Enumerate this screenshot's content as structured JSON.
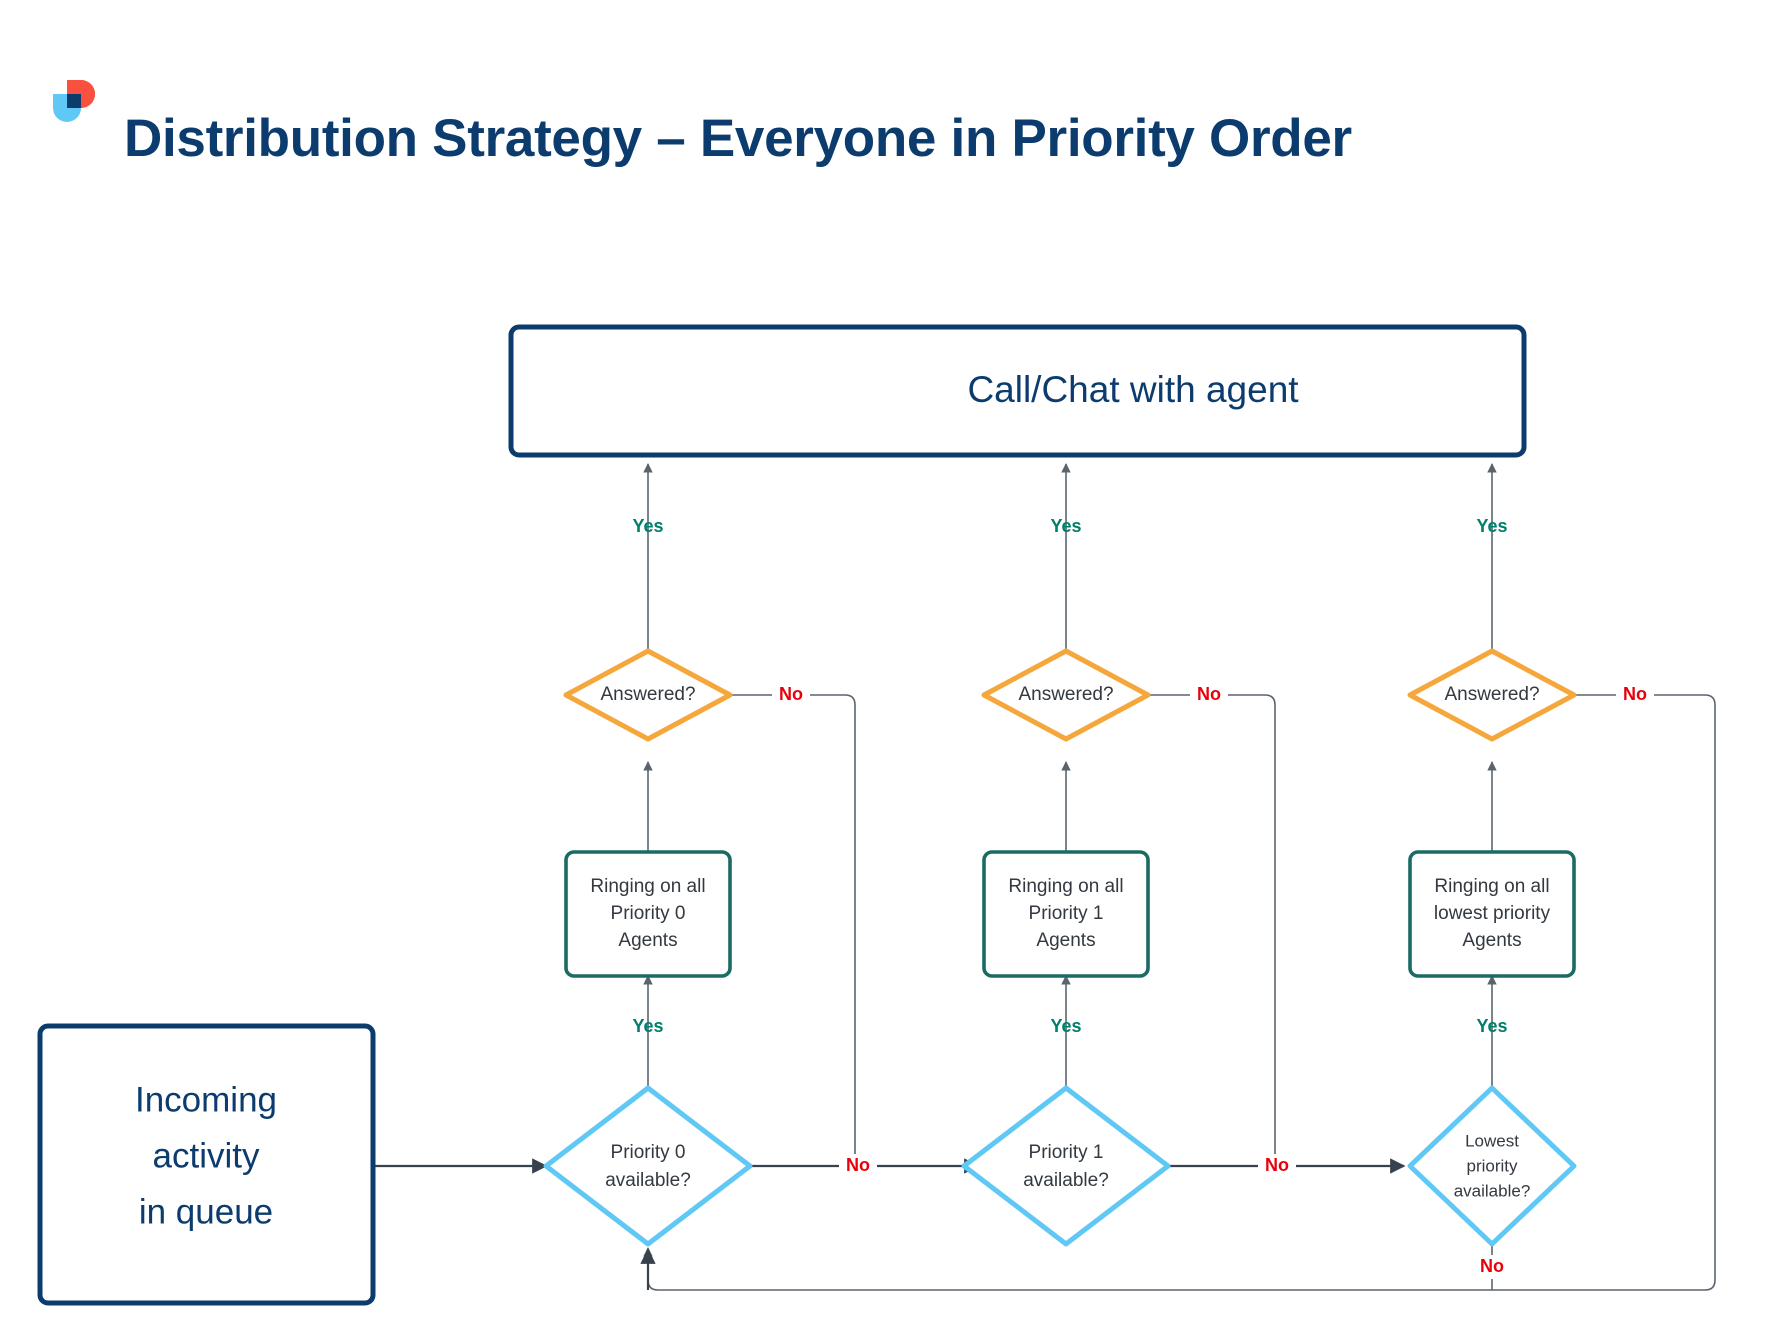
{
  "header": {
    "title": "Distribution Strategy – Everyone in Priority Order",
    "logo_name": "company-logo",
    "logo_colors": {
      "red": "#f9503f",
      "light_blue": "#5fc8f5",
      "navy": "#0c3c6e"
    }
  },
  "theme": {
    "navy": "#0c3c6e",
    "orange": "#f5a73c",
    "teal": "#1a6b63",
    "light_blue": "#5fc8f5",
    "yes_green": "#00806c",
    "no_red": "#e8000b",
    "line_gray": "#38424d",
    "node_text": "#333940"
  },
  "nodes": {
    "start": {
      "id": "incoming-activity",
      "label": "Incoming\nactivity\nin queue",
      "lines": [
        "Incoming",
        "activity",
        "in queue"
      ],
      "shape": "rectangle",
      "border": "#0c3c6e",
      "text_color": "#0c3c6e"
    },
    "terminal": {
      "id": "call-chat-with-agent",
      "label": "Call/Chat with agent",
      "shape": "rectangle",
      "border": "#0c3c6e",
      "text_color": "#0c3c6e"
    },
    "columns": [
      {
        "index": 0,
        "available_decision": {
          "id": "priority-0-available",
          "lines": [
            "Priority 0",
            "available?"
          ],
          "shape": "diamond",
          "border": "#5fc8f5"
        },
        "ringing": {
          "id": "ringing-priority-0-agents",
          "lines": [
            "Ringing on all",
            "Priority 0",
            "Agents"
          ],
          "shape": "rectangle",
          "border": "#1a6b63"
        },
        "answered_decision": {
          "id": "answered-priority-0",
          "label": "Answered?",
          "shape": "diamond",
          "border": "#f5a73c"
        }
      },
      {
        "index": 1,
        "available_decision": {
          "id": "priority-1-available",
          "lines": [
            "Priority 1",
            "available?"
          ],
          "shape": "diamond",
          "border": "#5fc8f5"
        },
        "ringing": {
          "id": "ringing-priority-1-agents",
          "lines": [
            "Ringing on all",
            "Priority 1",
            "Agents"
          ],
          "shape": "rectangle",
          "border": "#1a6b63"
        },
        "answered_decision": {
          "id": "answered-priority-1",
          "label": "Answered?",
          "shape": "diamond",
          "border": "#f5a73c"
        }
      },
      {
        "index": 2,
        "available_decision": {
          "id": "lowest-priority-available",
          "lines": [
            "Lowest",
            "priority",
            "available?"
          ],
          "shape": "diamond",
          "border": "#5fc8f5"
        },
        "ringing": {
          "id": "ringing-lowest-priority-agents",
          "lines": [
            "Ringing on all",
            "lowest priority",
            "Agents"
          ],
          "shape": "rectangle",
          "border": "#1a6b63"
        },
        "answered_decision": {
          "id": "answered-lowest-priority",
          "label": "Answered?",
          "shape": "diamond",
          "border": "#f5a73c"
        }
      }
    ]
  },
  "edge_labels": {
    "yes": "Yes",
    "no": "No"
  },
  "edges": [
    {
      "from": "incoming-activity",
      "to": "priority-0-available",
      "label": ""
    },
    {
      "from": "priority-0-available",
      "to": "ringing-priority-0-agents",
      "label": "Yes"
    },
    {
      "from": "ringing-priority-0-agents",
      "to": "answered-priority-0",
      "label": ""
    },
    {
      "from": "answered-priority-0",
      "to": "call-chat-with-agent",
      "label": "Yes"
    },
    {
      "from": "answered-priority-0",
      "to": "priority-1-available",
      "label": "No"
    },
    {
      "from": "priority-0-available",
      "to": "priority-1-available",
      "label": "No"
    },
    {
      "from": "priority-1-available",
      "to": "ringing-priority-1-agents",
      "label": "Yes"
    },
    {
      "from": "ringing-priority-1-agents",
      "to": "answered-priority-1",
      "label": ""
    },
    {
      "from": "answered-priority-1",
      "to": "call-chat-with-agent",
      "label": "Yes"
    },
    {
      "from": "answered-priority-1",
      "to": "lowest-priority-available",
      "label": "No"
    },
    {
      "from": "priority-1-available",
      "to": "lowest-priority-available",
      "label": "No"
    },
    {
      "from": "lowest-priority-available",
      "to": "ringing-lowest-priority-agents",
      "label": "Yes"
    },
    {
      "from": "ringing-lowest-priority-agents",
      "to": "answered-lowest-priority",
      "label": ""
    },
    {
      "from": "answered-lowest-priority",
      "to": "call-chat-with-agent",
      "label": "Yes"
    },
    {
      "from": "answered-lowest-priority",
      "to": "priority-0-available",
      "label": "No"
    },
    {
      "from": "lowest-priority-available",
      "to": "priority-0-available",
      "label": "No"
    }
  ]
}
